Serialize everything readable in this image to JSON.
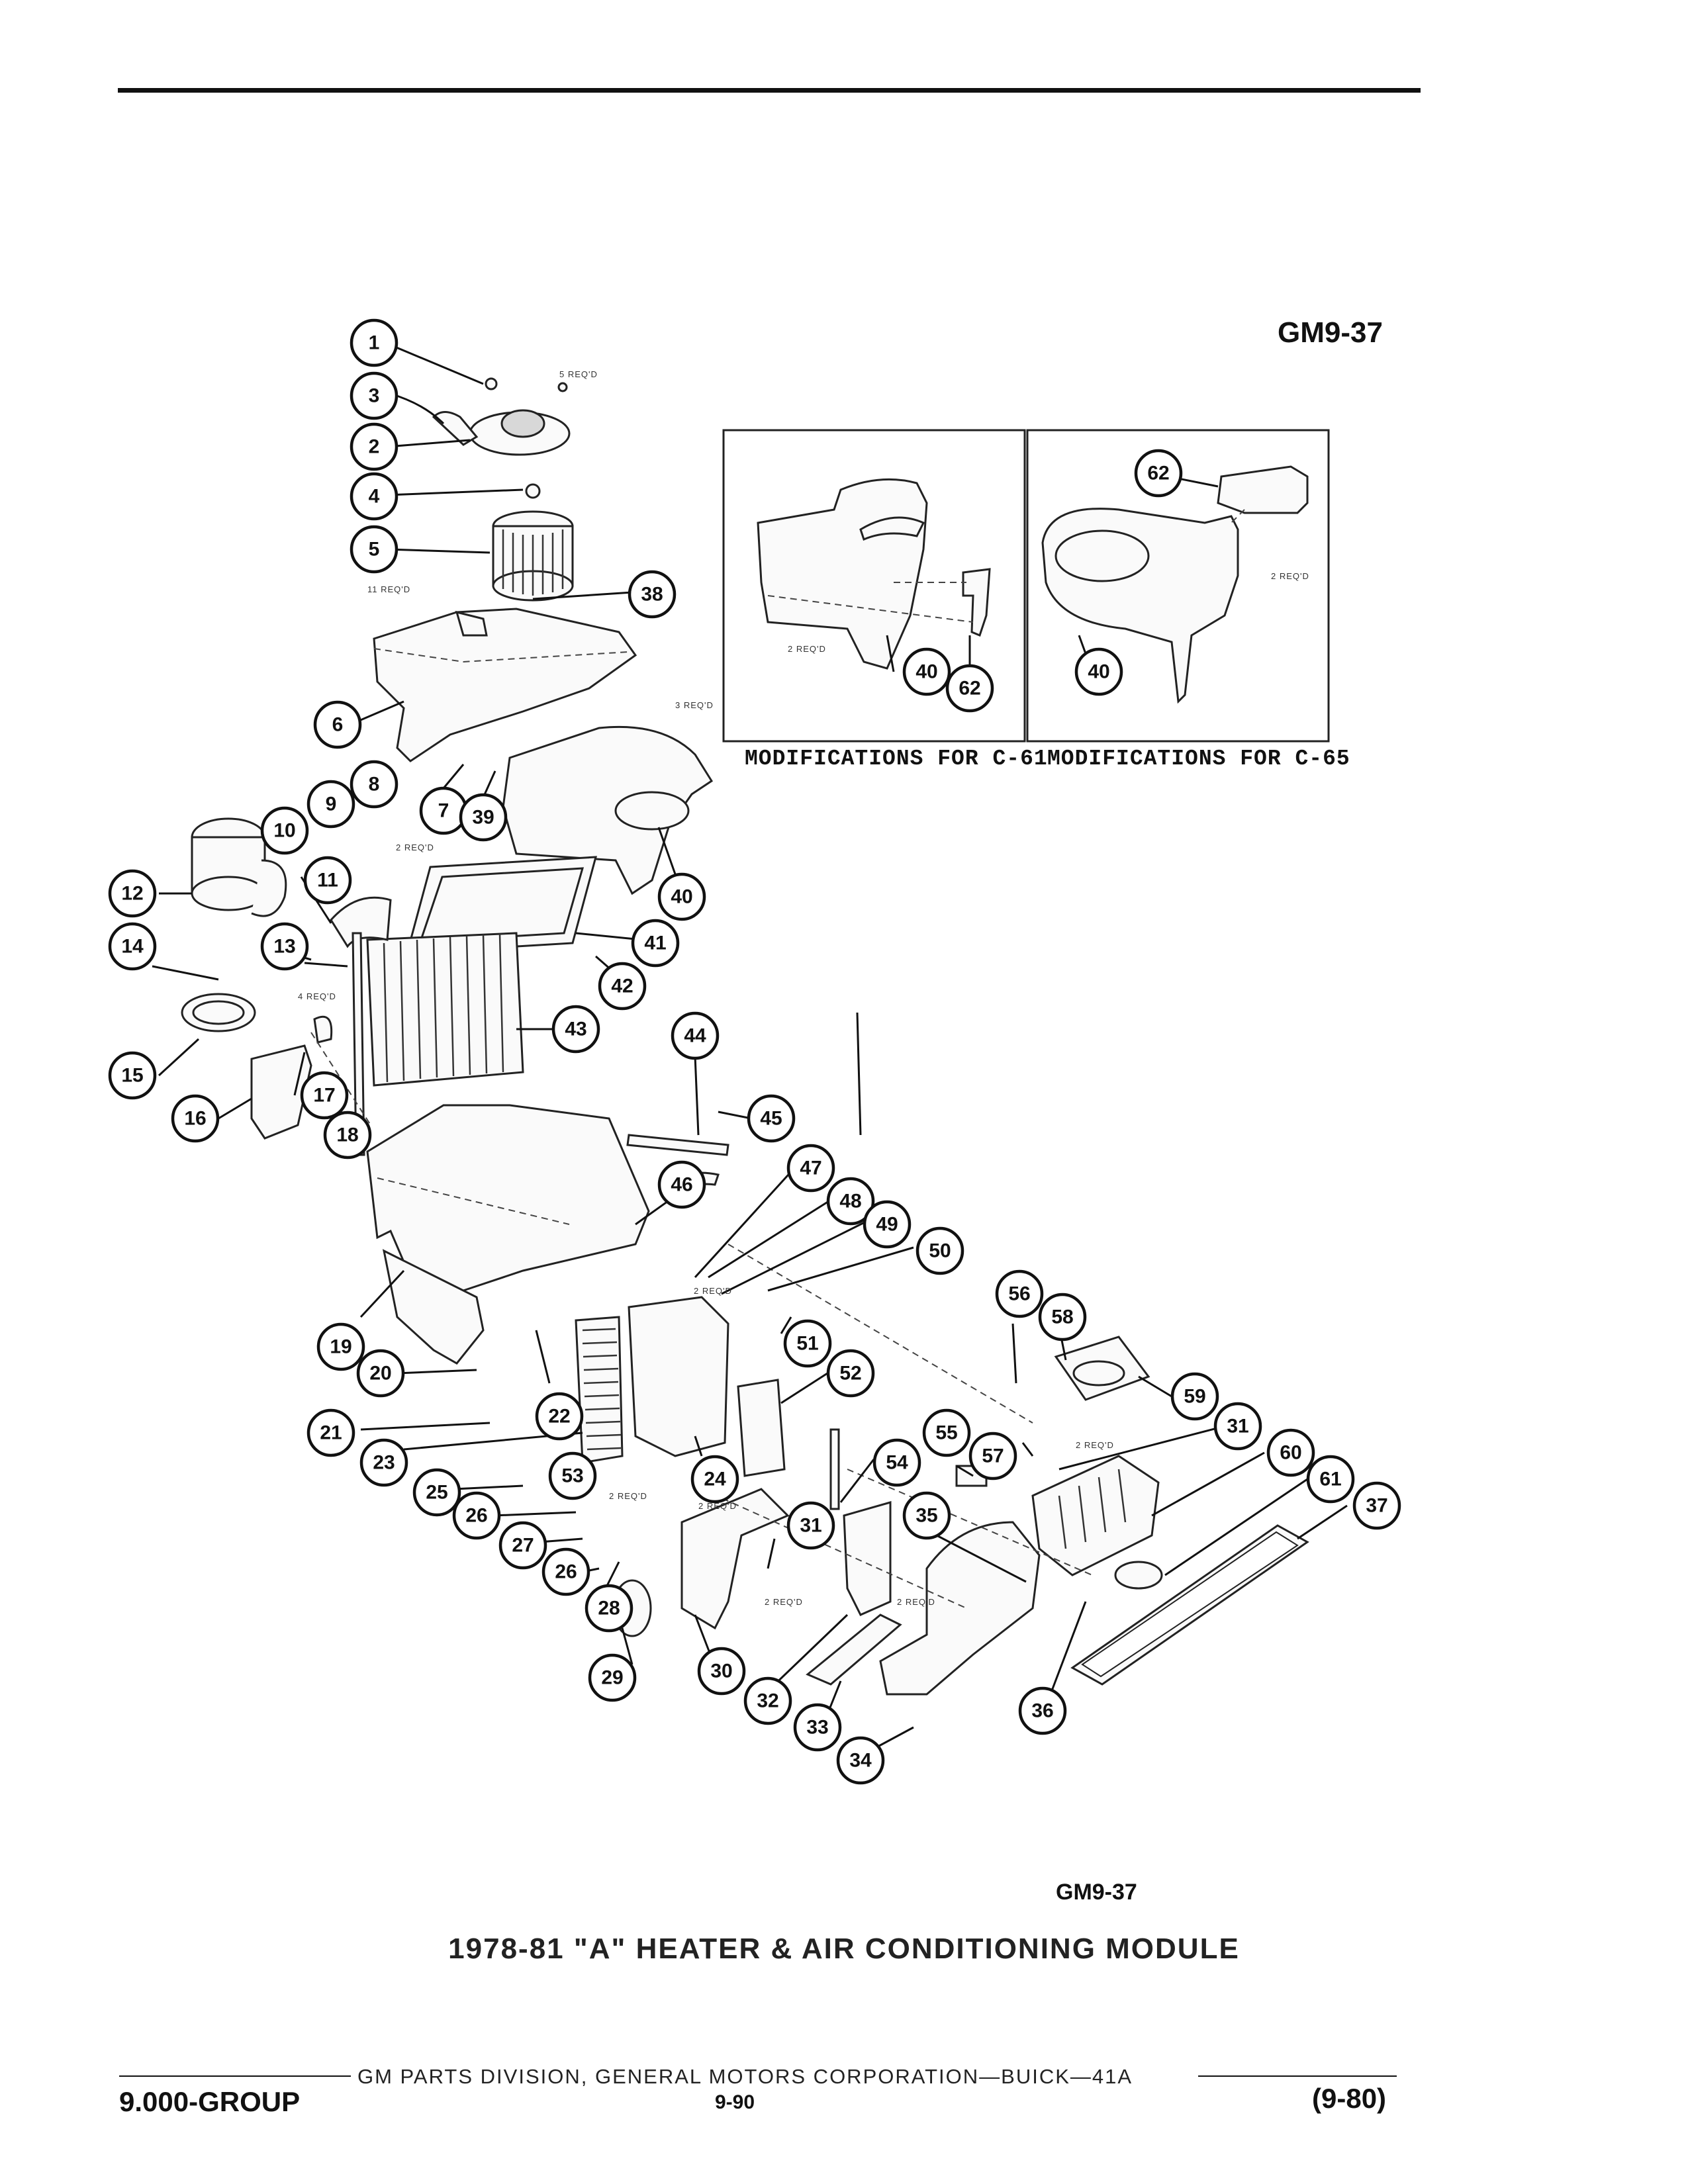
{
  "figure_id_top": "GM9-37",
  "figure_id_bottom": "GM9-37",
  "caption": "1978-81 \"A\" HEATER & AIR CONDITIONING MODULE",
  "footer": {
    "publisher_line": "GM PARTS DIVISION, GENERAL MOTORS CORPORATION—BUICK—41A",
    "group": "9.000-GROUP",
    "page": "9-90",
    "date_code": "(9-80)"
  },
  "insets": [
    {
      "caption": "MODIFICATIONS FOR C-61",
      "callouts": [
        "40",
        "62"
      ],
      "qty_notes": [
        "2 REQ'D"
      ]
    },
    {
      "caption": "MODIFICATIONS FOR C-65",
      "callouts": [
        "62",
        "40"
      ],
      "qty_notes": [
        "2 REQ'D"
      ]
    }
  ],
  "quantity_notes": [
    "5 REQ'D",
    "11 REQ'D",
    "3 REQ'D",
    "2 REQ'D",
    "4 REQ'D",
    "2 REQ'D",
    "2 REQ'D",
    "2 REQ'D",
    "2 REQ'D",
    "2 REQ'D",
    "2 REQ'D"
  ],
  "callouts": [
    "1",
    "3",
    "2",
    "4",
    "5",
    "38",
    "6",
    "7",
    "39",
    "8",
    "9",
    "10",
    "11",
    "12",
    "13",
    "14",
    "15",
    "16",
    "17",
    "18",
    "40",
    "41",
    "42",
    "43",
    "44",
    "45",
    "46",
    "47",
    "48",
    "49",
    "50",
    "51",
    "52",
    "19",
    "20",
    "21",
    "22",
    "23",
    "24",
    "25",
    "26",
    "27",
    "26",
    "28",
    "29",
    "30",
    "31",
    "53",
    "54",
    "55",
    "56",
    "57",
    "58",
    "59",
    "31",
    "60",
    "61",
    "37",
    "35",
    "32",
    "33",
    "34",
    "36"
  ]
}
